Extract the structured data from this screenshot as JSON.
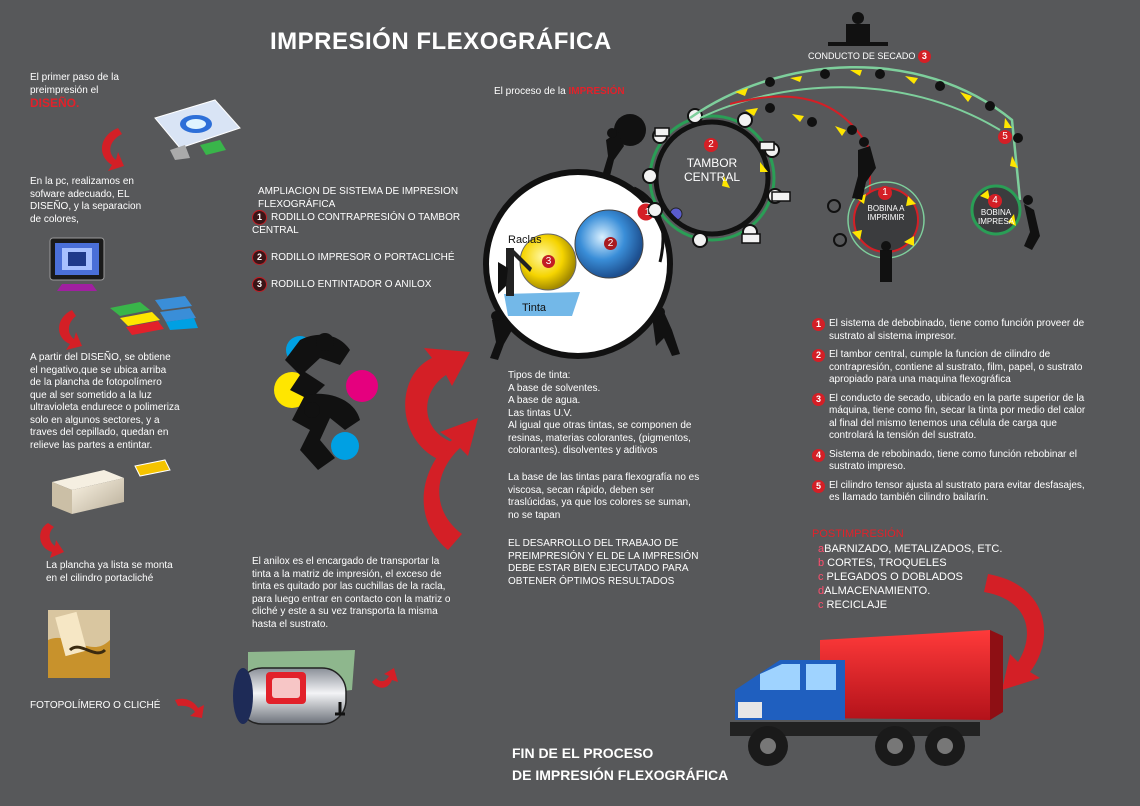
{
  "title": "IMPRESIÓN FLEXOGRÁFICA",
  "left": {
    "paso1_a": "El primer paso de la",
    "paso1_b": "preimpresión   el",
    "paso1_red": "DISEÑO.",
    "pc": "En la pc, realizamos en sofware adecuado, EL DISEÑO, y la separacion de colores,",
    "negativo": "A partir del DISEÑO, se obtiene el negativo,que se ubica arriba de la plancha de fotopolímero que al ser sometido a la luz ultravioleta endurece o polimeriza solo en algunos sectores, y a traves del cepillado, quedan en relieve las partes a entintar.",
    "plancha": "La plancha ya lista se monta en el cilindro portacliché",
    "fotopolimero": "FOTOPOLÍMERO O CLICHÉ"
  },
  "ampliacion": {
    "heading": "AMPLIACION DE SISTEMA  DE IMPRESION FLEXOGRÁFICA",
    "items": [
      {
        "n": "1",
        "label": "RODILLO CONTRAPRESIÓN O TAMBOR CENTRAL"
      },
      {
        "n": "2",
        "label": "RODILLO IMPRESOR O PORTACLICHÉ"
      },
      {
        "n": "3",
        "label": "RODILLO ENTINTADOR O ANILOX"
      }
    ]
  },
  "circle": {
    "raclas": "Raclas",
    "tinta": "Tinta",
    "n1": "1",
    "n2": "2",
    "n3": "3"
  },
  "proceso": {
    "prefix": "El proceso de la ",
    "red": "IMPRESIÓN"
  },
  "machine": {
    "conducto": "CONDUCTO DE SECADO",
    "conducto_n": "3",
    "tambor_n": "2",
    "tambor_1": "TAMBOR",
    "tambor_2": "CENTRAL",
    "bobina_imprimir_n": "1",
    "bobina_imprimir_1": "BOBINA  A",
    "bobina_imprimir_2": "IMPRIMIR",
    "bobina_impresa_n": "4",
    "bobina_impresa_1": "BOBINA",
    "bobina_impresa_2": "IMPRESA",
    "tensor_n": "5"
  },
  "tintas": {
    "p1": "Tipos de tinta:\nA base de solventes.\nA base de agua.\nLas tintas U.V.\nAl igual que otras tintas, se componen de resinas, materias colorantes, (pigmentos, colorantes). disolventes y aditivos",
    "p2": "La base de las tintas para flexografía no es viscosa, secan rápido, deben ser traslúcidas, ya que los colores se suman, no se tapan",
    "p3": "EL DESARROLLO  DEL TRABAJO DE PREIMPRESIÓN Y EL DE LA IMPRESIÓN DEBE ESTAR BIEN EJECUTADO PARA OBTENER ÓPTIMOS RESULTADOS"
  },
  "anilox": "El anilox es el encargado de transportar la tinta a la matriz de impresión, el exceso de tinta es quitado por las cuchillas de la racla, para luego entrar en contacto con la matriz o cliché y este a su vez transporta la misma hasta el sustrato.",
  "explicaciones": [
    {
      "n": "1",
      "text": "El sistema de debobinado, tiene como función proveer de sustrato al sistema impresor."
    },
    {
      "n": "2",
      "text": "El tambor central, cumple la  funcion de  cilindro de contrapresión, contiene al sustrato, film, papel, o sustrato apropiado para  una maquina flexográfica"
    },
    {
      "n": "3",
      "text": "El conducto de secado, ubicado  en la parte  superior de la máquina, tiene como fin, secar la tinta  por medio del calor al final del mismo tenemos una célula de carga que controlará  la tensión del sustrato."
    },
    {
      "n": "4",
      "text": "Sistema de rebobinado, tiene como función  rebobinar el sustrato impreso."
    },
    {
      "n": "5",
      "text": "El cilindro tensor ajusta al sustrato para evitar  desfasajes, es llamado también cilindro  bailarín."
    }
  ],
  "postimpresion": {
    "heading": "POSTIMPRESIÓN",
    "items": [
      {
        "letter": "a",
        "label": "BARNIZADO, METALIZADOS, ETC."
      },
      {
        "letter": "b",
        "label": " CORTES, TROQUELES"
      },
      {
        "letter": "c",
        "label": " PLEGADOS O DOBLADOS"
      },
      {
        "letter": "d",
        "label": "ALMACENAMIENTO."
      },
      {
        "letter": "c",
        "label": " RECICLAJE"
      }
    ]
  },
  "fin_1": "FIN DE EL PROCESO",
  "fin_2": "DE IMPRESIÓN FLEXOGRÁFICA",
  "colors": {
    "background": "#57585a",
    "accent_red": "#e2212a",
    "web_green": "#7ecf9c",
    "cyan": "#00a0e3",
    "magenta": "#e5007e",
    "yellow": "#ffe600"
  }
}
